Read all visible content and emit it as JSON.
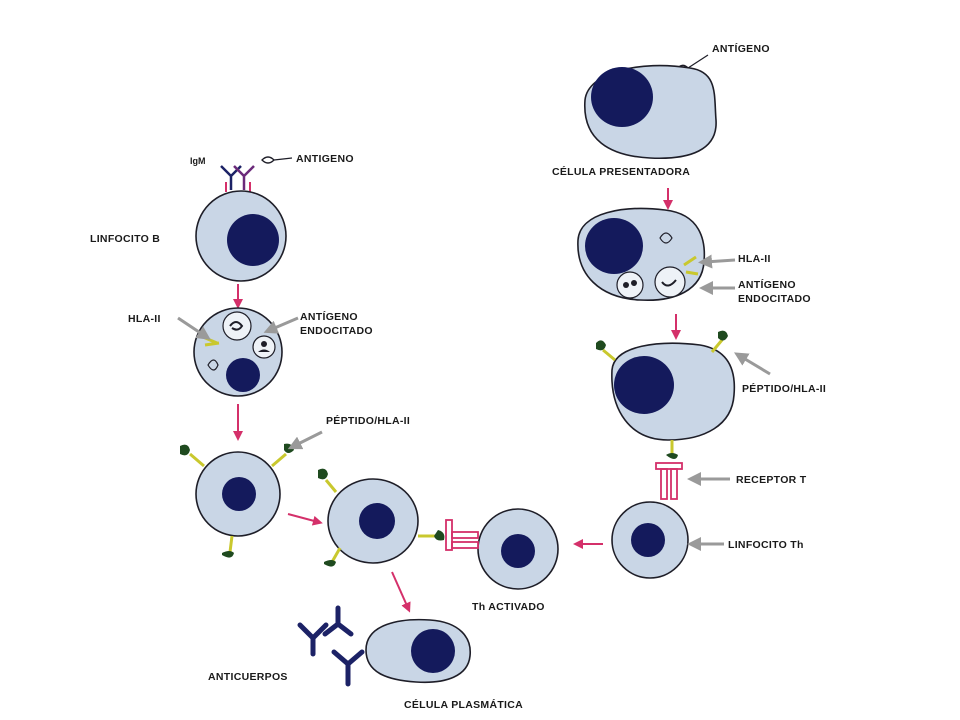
{
  "labels": {
    "antigeno_top": "ANTÍGENO",
    "celula_presentadora": "CÉLULA PRESENTADORA",
    "igm": "IgM",
    "antigeno_left": "ANTIGENO",
    "linfocito_b": "LINFOCITO B",
    "hla_ii_left": "HLA-II",
    "antigeno_endocitado_left_1": "ANTÍGENO",
    "antigeno_endocitado_left_2": "ENDOCITADO",
    "hla_ii_right": "HLA-II",
    "antigeno_endocitado_right_1": "ANTÍGENO",
    "antigeno_endocitado_right_2": "ENDOCITADO",
    "peptido_hla_right": "PÉPTIDO/HLA-II",
    "peptido_hla_left": "PÉPTIDO/HLA-II",
    "receptor_t": "RECEPTOR T",
    "linfocito_th": "LINFOCITO Th",
    "th_activado": "Th ACTIVADO",
    "anticuerpos": "ANTICUERPOS",
    "celula_plasmatica": "CÉLULA PLASMÁTICA"
  },
  "colors": {
    "cell_fill": "#c9d6e6",
    "nucleus": "#141a5c",
    "pink_arrow": "#d4306a",
    "gray_arrow": "#9a9a9a",
    "stalk_yellow": "#c9c82e",
    "antibody": "#1c2266"
  }
}
